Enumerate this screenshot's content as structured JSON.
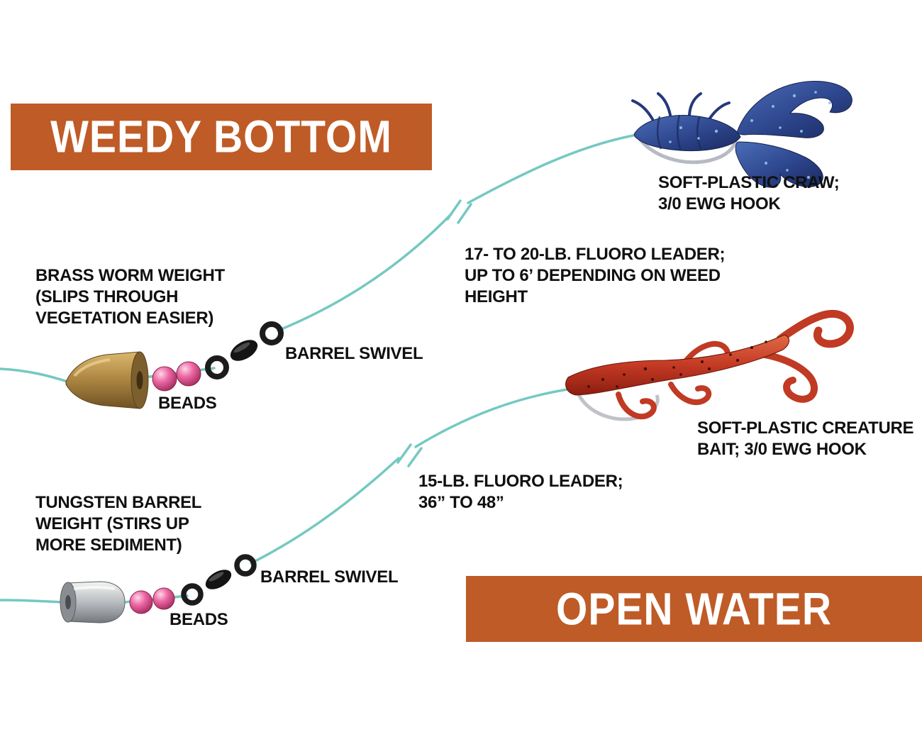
{
  "colors": {
    "banner_orange": "#bf5b26",
    "line_teal": "#74c9c1",
    "bead_pink": "#ec67a4",
    "brass": "#b08a44",
    "tungsten_gray": "#b9bcc0",
    "craw_blue": "#2b4288",
    "creature_red": "#c43a24",
    "text_black": "#101010"
  },
  "weedy_bottom": {
    "banner_label": "WEEDY BOTTOM",
    "weight_note": "BRASS WORM WEIGHT\n(SLIPS THROUGH\nVEGETATION EASIER)",
    "beads_label": "BEADS",
    "swivel_label": "BARREL SWIVEL",
    "leader_note": "17- TO 20-LB. FLUORO LEADER;\nUP TO 6’ DEPENDING ON WEED\nHEIGHT",
    "lure_label": "SOFT-PLASTIC CRAW;\n3/0 EWG HOOK"
  },
  "open_water": {
    "banner_label": "OPEN WATER",
    "weight_note": "TUNGSTEN BARREL\nWEIGHT (STIRS UP\nMORE SEDIMENT)",
    "beads_label": "BEADS",
    "swivel_label": "BARREL SWIVEL",
    "leader_note": "15-LB. FLUORO LEADER;\n36” TO 48”",
    "lure_label": "SOFT-PLASTIC CREATURE\nBAIT; 3/0 EWG HOOK"
  }
}
